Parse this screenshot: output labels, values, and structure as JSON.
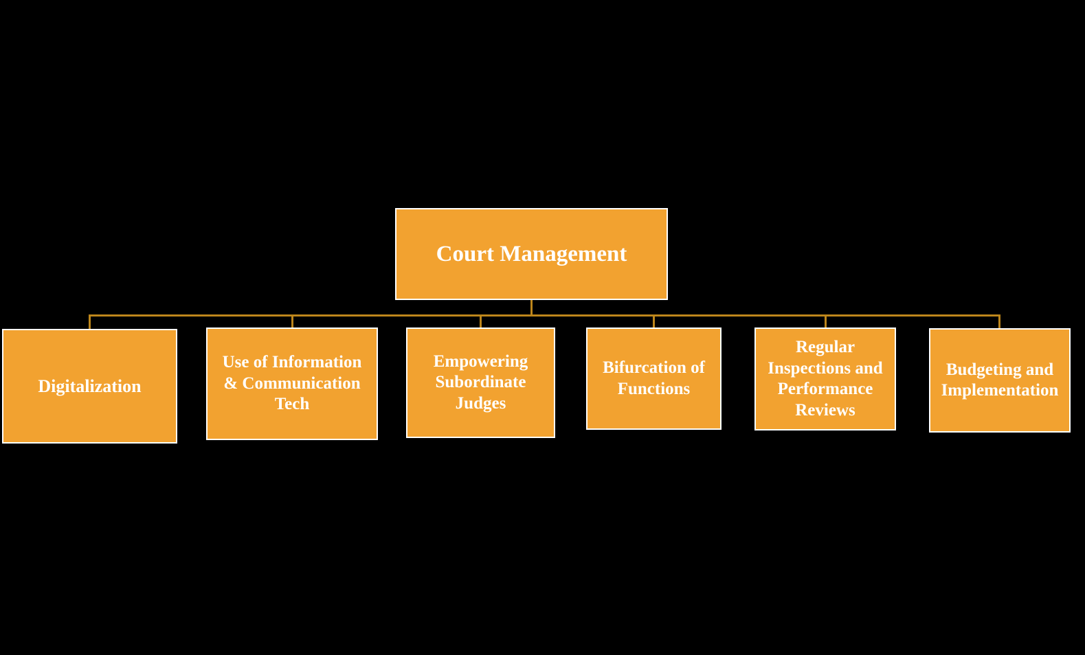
{
  "canvas": {
    "background": "#000000"
  },
  "chart": {
    "type": "org-chart",
    "root": {
      "label": "Court Management"
    },
    "children": [
      {
        "label": "Digitalization"
      },
      {
        "label": "Use of Information\n& Communication\nTech"
      },
      {
        "label": "Empowering\nSubordinate\nJudges"
      },
      {
        "label": "Bifurcation of\nFunctions"
      },
      {
        "label": "Regular\nInspections and\nPerformance\nReviews"
      },
      {
        "label": "Budgeting and\nImplementation"
      }
    ],
    "colors": {
      "node_fill": "#F2A230",
      "node_border": "#FFFFFF",
      "connector": "#BD861B",
      "text": "#FFFFFF",
      "bg": "#000000"
    }
  }
}
